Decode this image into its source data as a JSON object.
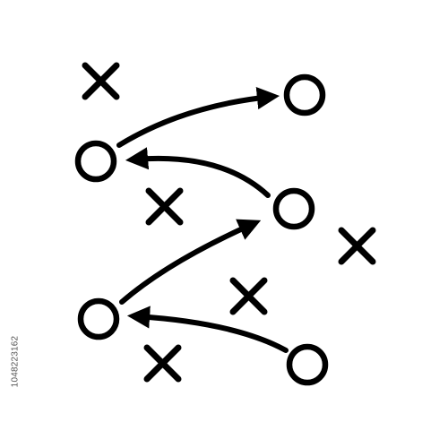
{
  "stock_id": "1048223162",
  "colors": {
    "ink": "#000000",
    "background": "#ffffff"
  },
  "icon": "football-play-diagram-icon",
  "pieces": {
    "circles": 5,
    "crosses": 5,
    "arrows": 4
  }
}
